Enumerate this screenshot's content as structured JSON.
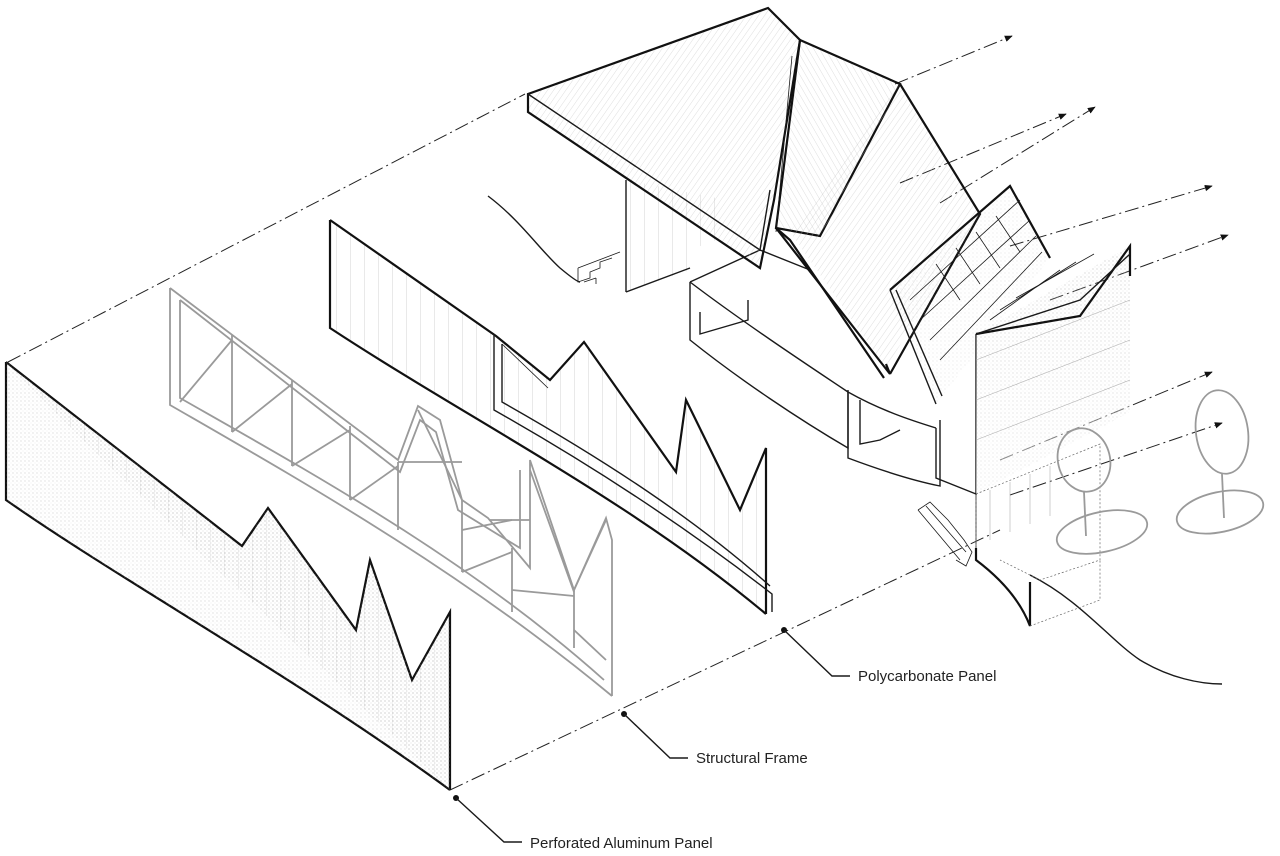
{
  "diagram": {
    "labels": {
      "polycarbonate": "Polycarbonate Panel",
      "structural": "Structural Frame",
      "perforated": "Perforated Aluminum Panel"
    },
    "colors": {
      "ink": "#1a1a1a",
      "frame": "#9a9a9a",
      "stipple": "#b8b8b8",
      "background": "#ffffff"
    }
  }
}
